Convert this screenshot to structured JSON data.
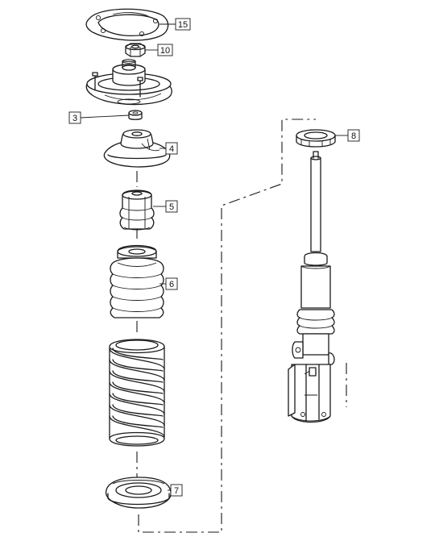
{
  "callouts": {
    "p15": "15",
    "p10": "10",
    "p3": "3",
    "p4": "4",
    "p5": "5",
    "p6": "6",
    "p7": "7",
    "p8": "8"
  },
  "colors": {
    "ink": "#1a1a1a",
    "background": "#ffffff"
  }
}
